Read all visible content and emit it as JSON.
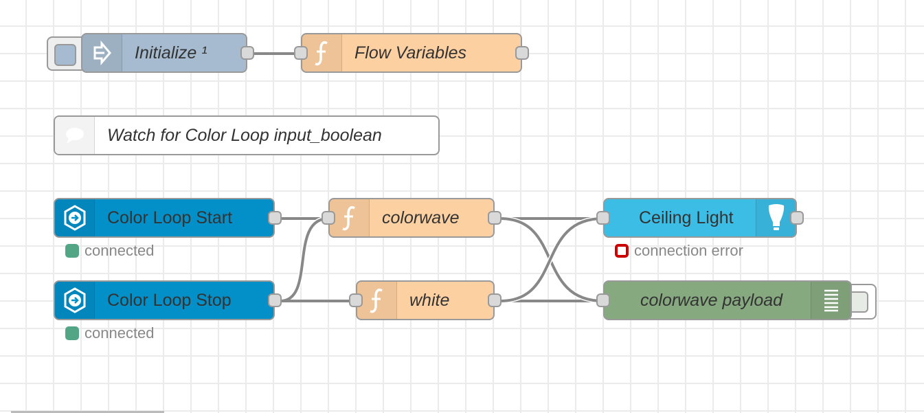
{
  "canvas": {
    "grid": true,
    "background": "#ffffff",
    "grid_color": "#ebebeb"
  },
  "nodes": {
    "initialize": {
      "label": "Initialize ¹",
      "type": "inject",
      "color": "#a6bbcf",
      "icon": "arrow-right-icon"
    },
    "flow_variables": {
      "label": "Flow Variables",
      "type": "function",
      "color": "#fdd0a2",
      "icon": "function-icon"
    },
    "comment": {
      "label": "Watch for Color Loop input_boolean",
      "type": "comment",
      "color": "#ffffff",
      "icon": "comment-icon"
    },
    "color_loop_start": {
      "label": "Color Loop Start",
      "type": "server-state-changed",
      "color": "#038fc7",
      "icon": "home-assistant-icon",
      "status": {
        "text": "connected",
        "color": "#52a585",
        "shape": "dot"
      }
    },
    "color_loop_stop": {
      "label": "Color Loop Stop",
      "type": "server-state-changed",
      "color": "#038fc7",
      "icon": "home-assistant-icon",
      "status": {
        "text": "connected",
        "color": "#52a585",
        "shape": "dot"
      }
    },
    "colorwave": {
      "label": "colorwave",
      "type": "function",
      "color": "#fdd0a2",
      "icon": "function-icon"
    },
    "white": {
      "label": "white",
      "type": "function",
      "color": "#fdd0a2",
      "icon": "function-icon"
    },
    "ceiling_light": {
      "label": "Ceiling Light",
      "type": "hue-light",
      "color": "#3bbde5",
      "icon": "light-bulb-icon",
      "status": {
        "text": "connection error",
        "color": "#cc0000",
        "shape": "ring"
      }
    },
    "colorwave_payload": {
      "label": "colorwave payload",
      "type": "debug",
      "color": "#87a980",
      "icon": "debug-list-icon"
    }
  },
  "wires": [
    [
      "initialize",
      "flow_variables"
    ],
    [
      "color_loop_start",
      "colorwave"
    ],
    [
      "color_loop_stop",
      "colorwave"
    ],
    [
      "color_loop_stop",
      "white"
    ],
    [
      "colorwave",
      "ceiling_light"
    ],
    [
      "colorwave",
      "colorwave_payload"
    ],
    [
      "white",
      "ceiling_light"
    ],
    [
      "white",
      "colorwave_payload"
    ]
  ]
}
